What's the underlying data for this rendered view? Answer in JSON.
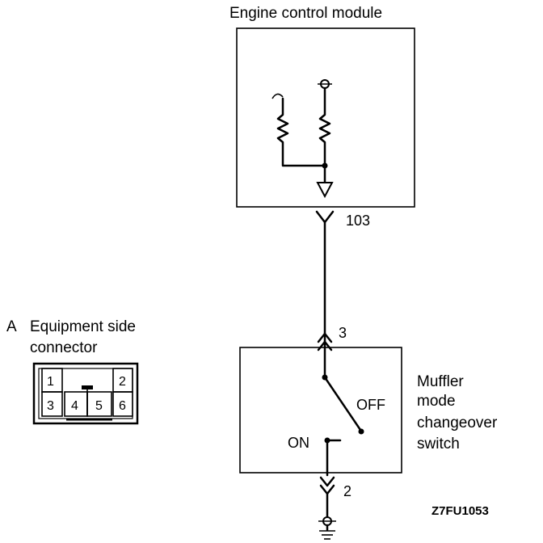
{
  "ecm": {
    "title": "Engine control module"
  },
  "ecm_terminal": "103",
  "switch": {
    "top_pin": "3",
    "bottom_pin": "2",
    "off_label": "OFF",
    "on_label": "ON",
    "name_lines": [
      "Muffler",
      "mode",
      "changeover",
      "switch"
    ]
  },
  "connector_view": {
    "tag": "A",
    "title_line1": "Equipment side",
    "title_line2": "connector",
    "pins": [
      "1",
      "2",
      "3",
      "4",
      "5",
      "6"
    ]
  },
  "figure_code": "Z7FU1053"
}
